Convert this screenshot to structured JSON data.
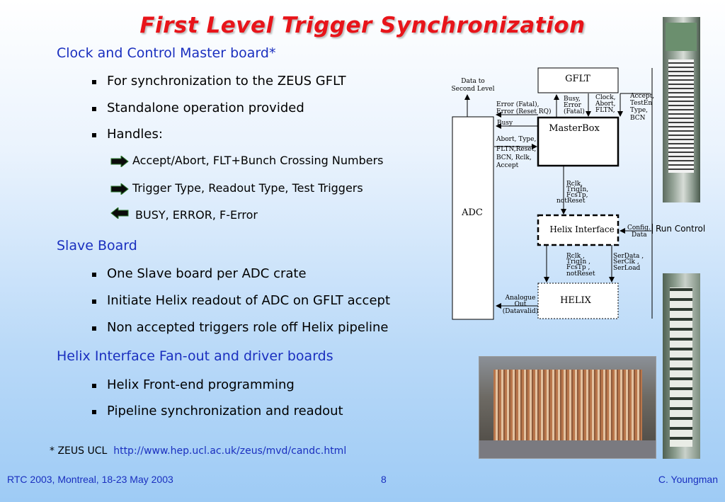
{
  "title": "First Level Trigger Synchronization",
  "sections": [
    {
      "heading": "Clock and Control Master board*",
      "bullets": [
        "For synchronization to the ZEUS GFLT",
        "Standalone operation provided",
        "Handles:"
      ],
      "arrows": [
        {
          "direction": "right",
          "text": "Accept/Abort, FLT+Bunch Crossing Numbers"
        },
        {
          "direction": "right",
          "text": "Trigger Type, Readout Type, Test Triggers"
        },
        {
          "direction": "left",
          "text": "BUSY, ERROR, F-Error"
        }
      ]
    },
    {
      "heading": "Slave Board",
      "bullets": [
        "One Slave board per ADC crate",
        "Initiate Helix readout of ADC on GFLT accept",
        "Non accepted triggers role off Helix pipeline"
      ]
    },
    {
      "heading": "Helix Interface Fan-out and driver boards",
      "bullets": [
        "Helix Front-end programming",
        "Pipeline synchronization and readout"
      ]
    }
  ],
  "footnote": {
    "prefix": "* ZEUS UCL",
    "link": "http://www.hep.ucl.ac.uk/zeus/mvd/candc.html"
  },
  "diagram": {
    "blocks": {
      "gflt": "GFLT",
      "masterbox": "MasterBox",
      "adc": "ADC",
      "helix_interface": "Helix Interface",
      "helix": "HELIX"
    },
    "labels": {
      "data_to_1": "Data to",
      "data_to_2": "Second Level",
      "err_fatal": "Error (Fatal),",
      "err_reset": "Error (Reset RQ)",
      "busy": "Busy",
      "busy_e1": "Busy,",
      "busy_e2": "Error",
      "busy_e3": "(Fatal)",
      "clk1": "Clock,",
      "clk2": "Abort,",
      "clk3": "FLTN,",
      "acc1": "Accept,",
      "acc2": "TestEn",
      "acc3": "Type,",
      "acc4": "BCN",
      "ab1": "Abort, Type,",
      "ab2": "FLTN,Reset,",
      "ab3": "BCN,  Rclk,",
      "ab4": "Accept",
      "r1": "Rclk,",
      "r2": "TrigIn,",
      "r3": "FcsTp,",
      "r4": "notReset",
      "cfg1": "Config.",
      "cfg2": "Data",
      "h1": "Rclk ,",
      "h2": "TrigIn ,",
      "h3": "FcsTp ,",
      "h4": "notReset",
      "s1": "SerData ,",
      "s2": "SerClk ,",
      "s3": "SerLoad",
      "an1": "Analogue",
      "an2": "Out",
      "an3": "(Datavalid)"
    },
    "run_control": "Run Control"
  },
  "footer": {
    "left": "RTC 2003, Montreal, 18-23 May 2003",
    "center": "8",
    "right": "C. Youngman"
  }
}
